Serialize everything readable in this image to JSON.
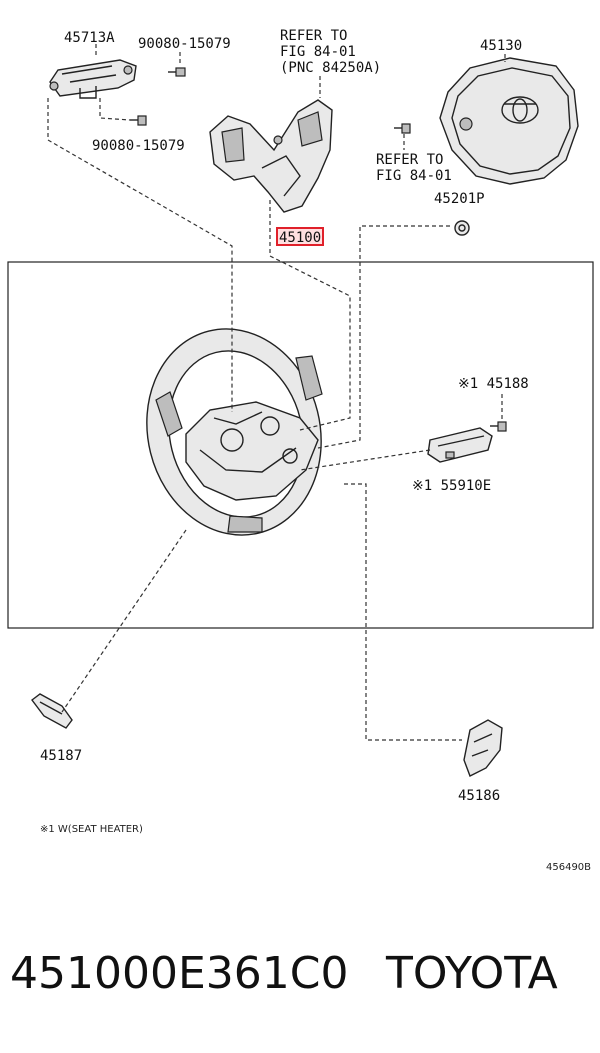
{
  "callouts": {
    "p45713a": "45713A",
    "p90080_top": "90080-15079",
    "refer_line1": "REFER TO",
    "refer_line2": "FIG 84-01",
    "refer_line3": "(PNC 84250A)",
    "p45130": "45130",
    "p90080_mid": "90080-15079",
    "refer2_line1": "REFER TO",
    "refer2_line2": "FIG 84-01",
    "p45201p": "45201P",
    "p45100": "45100",
    "p45188": "※1 45188",
    "p55910e": "※1 55910E",
    "p45187": "45187",
    "p45186": "45186"
  },
  "note": "※1 W(SEAT HEATER)",
  "figure_code": "456490B",
  "highlight_color": "#e0202a",
  "footer": {
    "part_number": "451000E361C0",
    "brand": "TOYOTA"
  }
}
